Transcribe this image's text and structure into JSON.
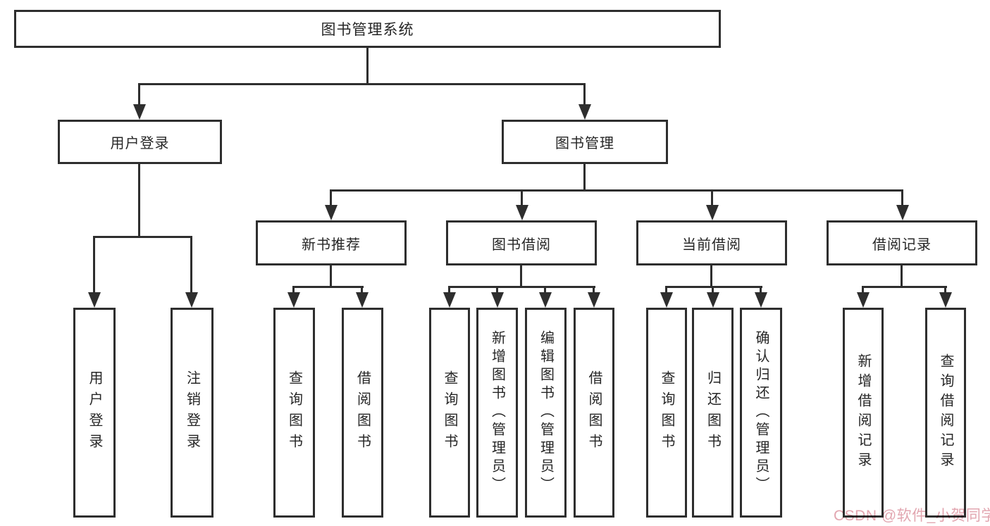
{
  "diagram": {
    "type": "hierarchy-tree",
    "title": "图书管理系统"
  },
  "nodes": {
    "root": {
      "label": "图书管理系统"
    },
    "user_login": {
      "label": "用户登录"
    },
    "book_mgmt": {
      "label": "图书管理"
    },
    "leaf_user_login": {
      "label": "用户登录"
    },
    "leaf_logout": {
      "label": "注销登录"
    },
    "new_book_rec": {
      "label": "新书推荐"
    },
    "book_borrow": {
      "label": "图书借阅"
    },
    "current_borrow": {
      "label": "当前借阅"
    },
    "borrow_record": {
      "label": "借阅记录"
    },
    "rec_query_book": {
      "label": "查询图书"
    },
    "rec_borrow_book": {
      "label": "借阅图书"
    },
    "bb_query_book": {
      "label": "查询图书"
    },
    "bb_add_book": {
      "label": "新增图书（管理员）"
    },
    "bb_edit_book": {
      "label": "编辑图书（管理员）"
    },
    "bb_borrow_book": {
      "label": "借阅图书"
    },
    "cb_query_book": {
      "label": "查询图书"
    },
    "cb_return_book": {
      "label": "归还图书"
    },
    "cb_confirm_return": {
      "label": "确认归还（管理员）"
    },
    "br_add_record": {
      "label": "新增借阅记录"
    },
    "br_query_record": {
      "label": "查询借阅记录"
    }
  },
  "hierarchy": [
    {
      "parent": "图书管理系统",
      "children": [
        "用户登录",
        "图书管理"
      ]
    },
    {
      "parent": "用户登录",
      "children": [
        "用户登录",
        "注销登录"
      ]
    },
    {
      "parent": "图书管理",
      "children": [
        "新书推荐",
        "图书借阅",
        "当前借阅",
        "借阅记录"
      ]
    },
    {
      "parent": "新书推荐",
      "children": [
        "查询图书",
        "借阅图书"
      ]
    },
    {
      "parent": "图书借阅",
      "children": [
        "查询图书",
        "新增图书（管理员）",
        "编辑图书（管理员）",
        "借阅图书"
      ]
    },
    {
      "parent": "当前借阅",
      "children": [
        "查询图书",
        "归还图书",
        "确认归还（管理员）"
      ]
    },
    {
      "parent": "借阅记录",
      "children": [
        "新增借阅记录",
        "查询借阅记录"
      ]
    }
  ],
  "watermark": {
    "text": "CSDN @软件_小贺同学",
    "color": "#e2a6b0"
  },
  "colors": {
    "line": "#2e2e2e",
    "text": "#262626",
    "background": "#ffffff"
  }
}
